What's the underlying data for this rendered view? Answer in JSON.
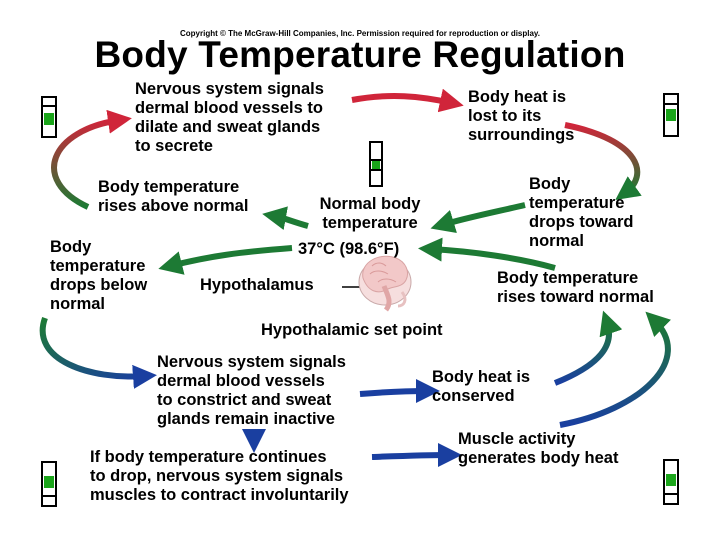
{
  "copyright": "Copyright © The McGraw-Hill Companies, Inc. Permission required for reproduction or display.",
  "title": "Body Temperature Regulation",
  "labels": {
    "nervous_dilate": "Nervous system signals\ndermal blood vessels to\ndilate and sweat glands\nto secrete",
    "heat_lost": "Body heat is\nlost to its\nsurroundings",
    "rises_above": "Body temperature\nrises above normal",
    "drops_toward": "Body\ntemperature\ndrops toward\nnormal",
    "normal_temp": "Normal body\ntemperature",
    "temp_value": "37°C (98.6°F)",
    "drops_below": "Body\ntemperature\ndrops below\nnormal",
    "hypothalamus": "Hypothalamus",
    "rises_toward": "Body temperature\nrises toward normal",
    "set_point": "Hypothalamic set point",
    "nervous_constrict": "Nervous system signals\ndermal blood vessels\nto constrict and sweat\nglands remain inactive",
    "heat_conserved": "Body heat is\nconserved",
    "continues_drop": "If body temperature continues\nto drop, nervous system signals\nmuscles to contract involuntarily",
    "muscle_activity": "Muscle activity\ngenerates body heat"
  },
  "colors": {
    "warm": "#d0253a",
    "cool": "#1a3fa0",
    "neutral": "#1d7a34",
    "indicator": "#1aa51a"
  },
  "icons": [
    "thermometer-icon",
    "brain-icon"
  ]
}
